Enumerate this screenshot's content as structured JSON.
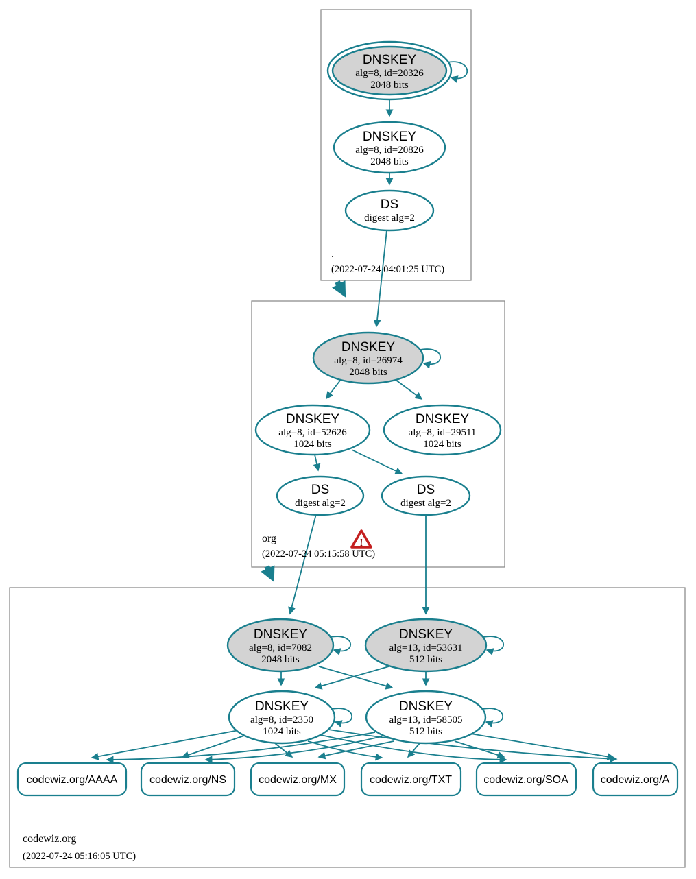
{
  "colors": {
    "edge_teal": "#1a7f8e",
    "ksk_fill": "#d3d3d3",
    "node_fill": "#ffffff",
    "zone_box_border": "#848484",
    "warning_red": "#c41f1f"
  },
  "zones": {
    "root": {
      "label": ".",
      "timestamp": "(2022-07-24 04:01:25 UTC)"
    },
    "org": {
      "label": "org",
      "timestamp": "(2022-07-24 05:15:58 UTC)",
      "icon": "warning-triangle-icon",
      "warning_glyph": "!"
    },
    "codewiz": {
      "label": "codewiz.org",
      "timestamp": "(2022-07-24 05:16:05 UTC)"
    }
  },
  "nodes": {
    "root_ksk": {
      "title": "DNSKEY",
      "detail1": "alg=8, id=20326",
      "detail2": "2048 bits"
    },
    "root_zsk": {
      "title": "DNSKEY",
      "detail1": "alg=8, id=20826",
      "detail2": "2048 bits"
    },
    "root_ds": {
      "title": "DS",
      "detail1": "digest alg=2"
    },
    "org_ksk": {
      "title": "DNSKEY",
      "detail1": "alg=8, id=26974",
      "detail2": "2048 bits"
    },
    "org_zsk_52626": {
      "title": "DNSKEY",
      "detail1": "alg=8, id=52626",
      "detail2": "1024 bits"
    },
    "org_zsk_29511": {
      "title": "DNSKEY",
      "detail1": "alg=8, id=29511",
      "detail2": "1024 bits"
    },
    "org_ds_left": {
      "title": "DS",
      "detail1": "digest alg=2"
    },
    "org_ds_right": {
      "title": "DS",
      "detail1": "digest alg=2"
    },
    "cw_ksk_7082": {
      "title": "DNSKEY",
      "detail1": "alg=8, id=7082",
      "detail2": "2048 bits"
    },
    "cw_ksk_53631": {
      "title": "DNSKEY",
      "detail1": "alg=13, id=53631",
      "detail2": "512 bits"
    },
    "cw_zsk_2350": {
      "title": "DNSKEY",
      "detail1": "alg=8, id=2350",
      "detail2": "1024 bits"
    },
    "cw_zsk_58505": {
      "title": "DNSKEY",
      "detail1": "alg=13, id=58505",
      "detail2": "512 bits"
    }
  },
  "rrsets": [
    "codewiz.org/AAAA",
    "codewiz.org/NS",
    "codewiz.org/MX",
    "codewiz.org/TXT",
    "codewiz.org/SOA",
    "codewiz.org/A"
  ]
}
